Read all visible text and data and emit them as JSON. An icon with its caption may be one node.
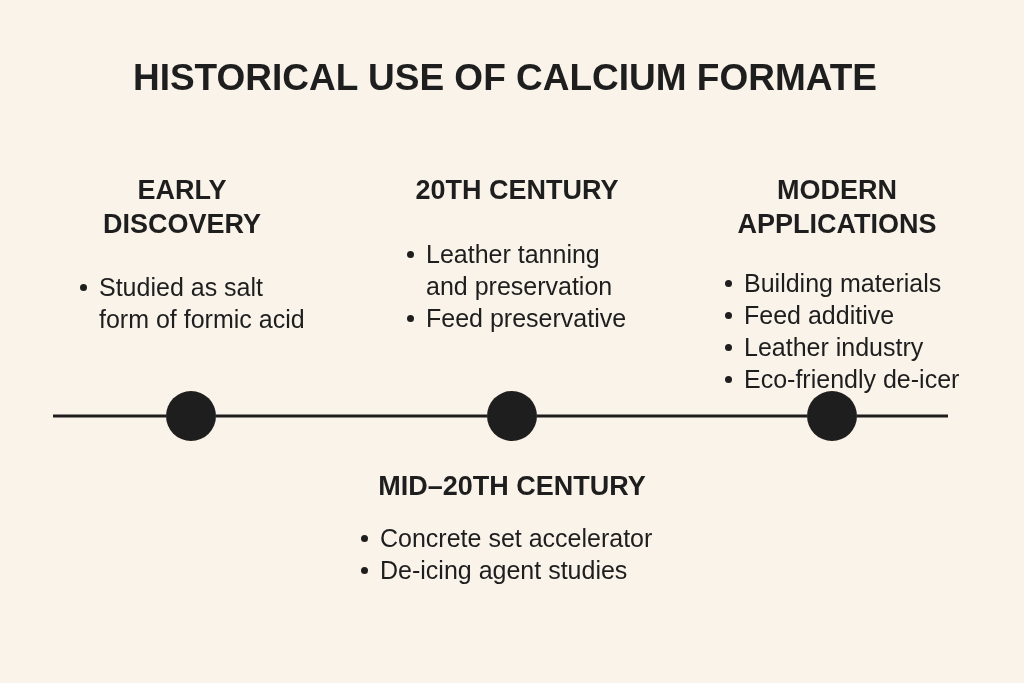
{
  "diagram": {
    "title": "HISTORICAL USE OF CALCIUM FORMATE",
    "nodes": [
      {
        "text": [],
        "shape": "circle",
        "beside": [
          "EARLY DISCOVERY",
          "Studied as salt form of formic acid"
        ]
      },
      {
        "text": [],
        "shape": "circle",
        "beside": [
          "20TH CENTURY",
          "Leather tanning and preservation",
          "Feed preservative",
          "MID–20TH CENTURY",
          "Concrete set accelerator",
          "De-icing agent studies"
        ]
      },
      {
        "text": [],
        "shape": "circle",
        "beside": [
          "MODERN APPLICATIONS",
          "Building materials",
          "Feed additive",
          "Leather industry",
          "Eco-friendly de-icer"
        ]
      }
    ],
    "edges": [
      {
        "from": null,
        "to": 0,
        "arrow": "none"
      },
      {
        "from": 0,
        "to": 1,
        "arrow": "none"
      },
      {
        "from": 1,
        "to": 2,
        "arrow": "none"
      },
      {
        "from": 2,
        "to": null,
        "arrow": "none"
      }
    ]
  }
}
